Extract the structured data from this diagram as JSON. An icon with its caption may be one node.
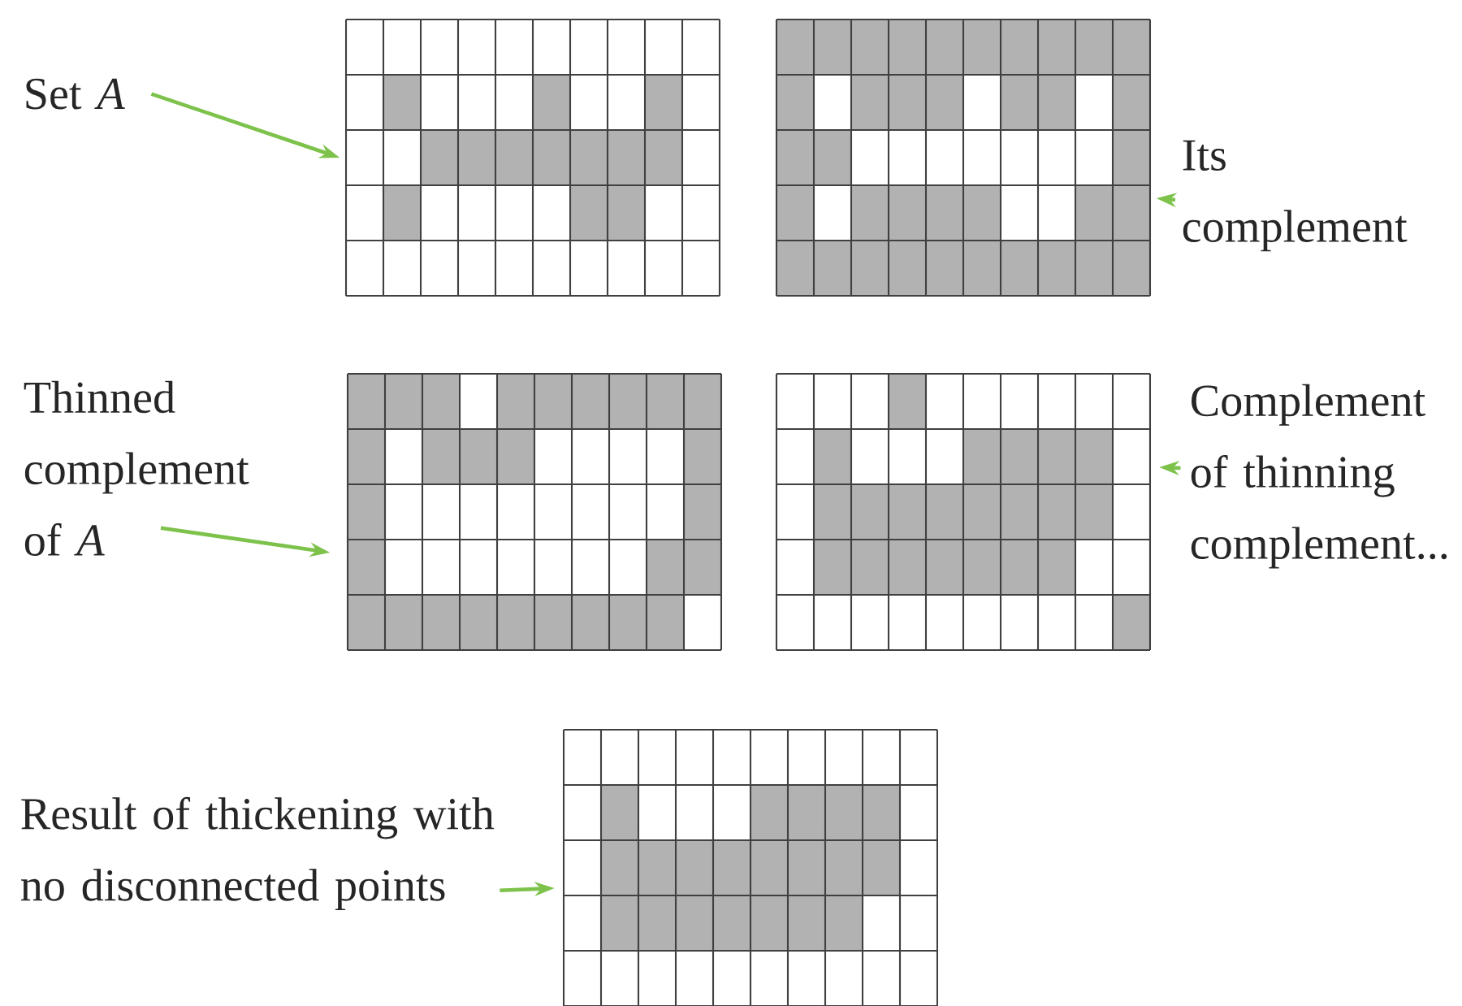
{
  "diagram": {
    "nodes": [
      {
        "text": [
          "Set *A*"
        ]
      },
      {
        "text": [],
        "shape": "grid"
      },
      {
        "text": [],
        "shape": "grid"
      },
      {
        "text": [
          "Its complement"
        ]
      },
      {
        "text": [
          "Thinned complement of *A*"
        ]
      },
      {
        "text": [],
        "shape": "grid"
      },
      {
        "text": [],
        "shape": "grid"
      },
      {
        "text": [
          "Complement of thinning complement..."
        ]
      },
      {
        "text": [
          "Result of thickening with no disconnected points"
        ]
      },
      {
        "text": [],
        "shape": "grid"
      }
    ],
    "edges": [
      {
        "from": 0,
        "to": 1,
        "arrow": "to"
      },
      {
        "from": 3,
        "to": 2,
        "arrow": "to"
      },
      {
        "from": 4,
        "to": 5,
        "arrow": "to"
      },
      {
        "from": 7,
        "to": 6,
        "arrow": "to"
      },
      {
        "from": 8,
        "to": 9,
        "arrow": "to"
      }
    ]
  }
}
